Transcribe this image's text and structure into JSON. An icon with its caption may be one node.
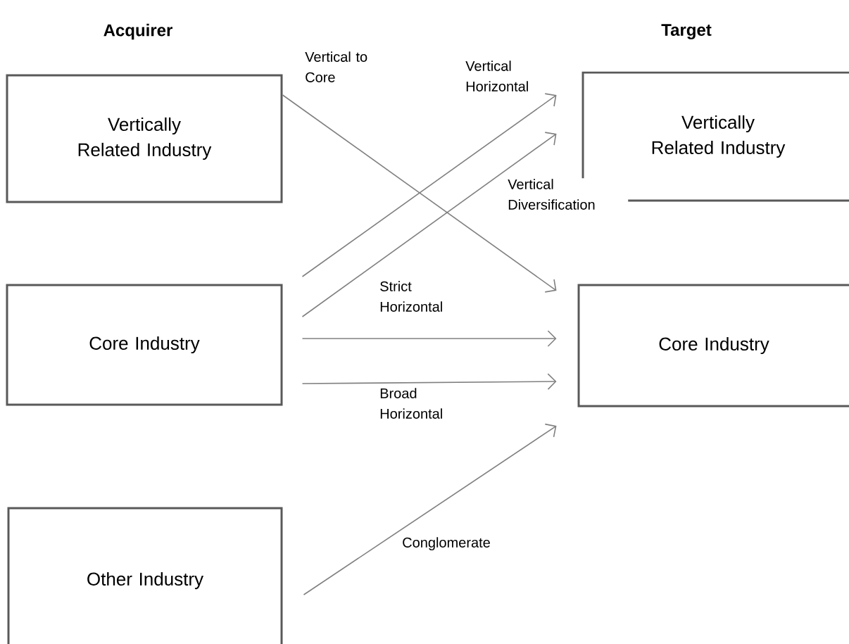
{
  "diagram": {
    "nodes": [
      {
        "text": [
          "Vertically Related Industry"
        ]
      },
      {
        "text": [
          "Core Industry"
        ]
      },
      {
        "text": [
          "Other Industry"
        ]
      },
      {
        "text": [
          "Vertically Related Industry"
        ]
      },
      {
        "text": [
          "Core Industry"
        ]
      }
    ],
    "edges": [
      {
        "from": 0,
        "to": 4,
        "arrow": "to",
        "label": "Vertical to Core"
      },
      {
        "from": 1,
        "to": 3,
        "arrow": "to",
        "label": "Vertical Horizontal"
      },
      {
        "from": 1,
        "to": 3,
        "arrow": "to",
        "label": "Vertical Diversification"
      },
      {
        "from": 1,
        "to": 4,
        "arrow": "to",
        "label": "Strict Horizontal"
      },
      {
        "from": 1,
        "to": 4,
        "arrow": "to",
        "label": "Broad Horizontal"
      },
      {
        "from": 2,
        "to": 4,
        "arrow": "to",
        "label": "Conglomerate"
      }
    ],
    "labels": [
      "Acquirer",
      "Target"
    ]
  }
}
